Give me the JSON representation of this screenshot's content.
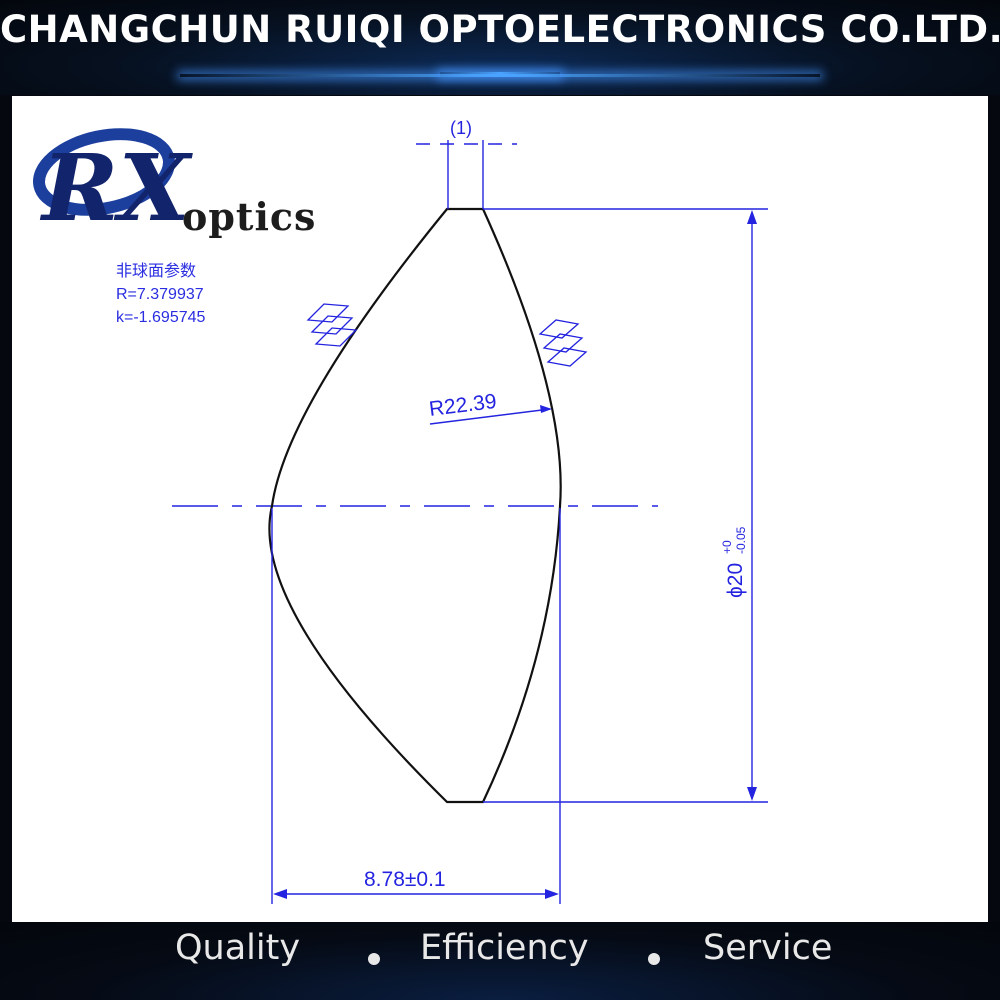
{
  "header": {
    "title": "CHANGCHUN RUIQI OPTOELECTRONICS CO.LTD."
  },
  "logo": {
    "letters": "RX",
    "word": "optics"
  },
  "aspheric": {
    "heading": "非球面参数",
    "radius": "R=7.379937",
    "conic": "k=-1.695745"
  },
  "dimensions": {
    "top_thickness": "(1)",
    "radius_label": "R22.39",
    "diameter": "ϕ20",
    "diameter_tol_upper": "+0",
    "diameter_tol_lower": "-0.05",
    "thickness": "8.78±0.1"
  },
  "footer": {
    "items": [
      "Quality",
      "Efficiency",
      "Service"
    ]
  },
  "colors": {
    "dimension_blue": "#2424e0",
    "lens_outline": "#111111",
    "logo_blue": "#1c3f9e",
    "logo_dark": "#12246b"
  }
}
